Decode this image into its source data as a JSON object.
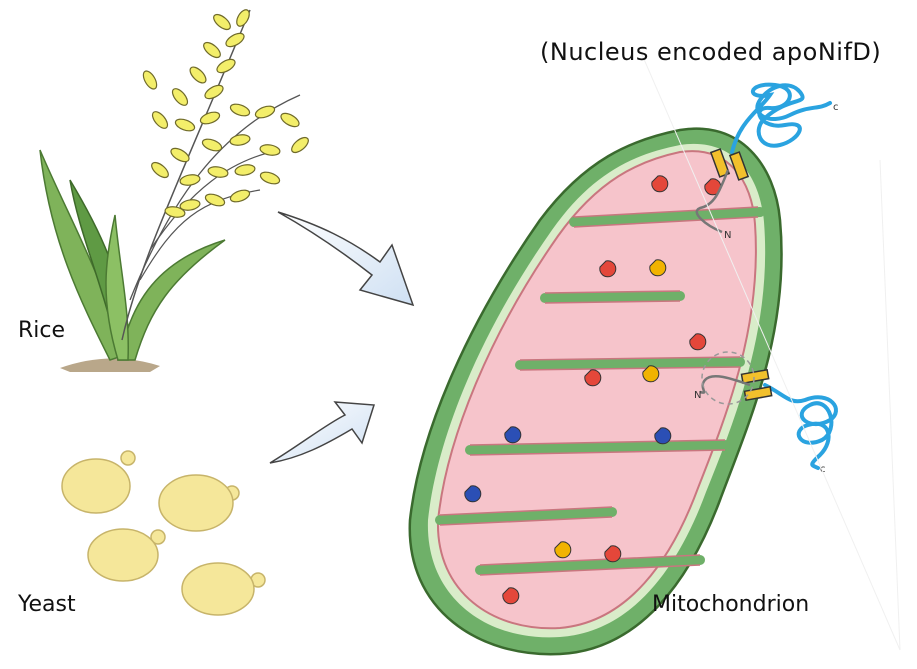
{
  "title": "(Nucleus encoded apoNifD)",
  "labels": {
    "rice": "Rice",
    "yeast": "Yeast",
    "mitochondrion": "Mitochondrion"
  },
  "terminus_labels": {
    "c": "c",
    "n": "N"
  },
  "colors": {
    "outer_membrane": "#6fb069",
    "matrix": "#f6c4cb",
    "protein_chain": "#2aa3e0",
    "transporter": "#f2c02c",
    "red_cofactor": "#e4473a",
    "yellow_cofactor": "#f1b300",
    "blue_cofactor": "#2b4fb5",
    "rice_grain": "#f3ee6a",
    "rice_leaf": "#7fb35a",
    "yeast_cell": "#f5e79a",
    "arrow_fill": "#e3eef9"
  },
  "icons": [
    "rice-plant-icon",
    "yeast-cells-icon",
    "arrow-icon",
    "mitochondrion-icon",
    "unfolded-protein-icon",
    "transporter-icon"
  ]
}
